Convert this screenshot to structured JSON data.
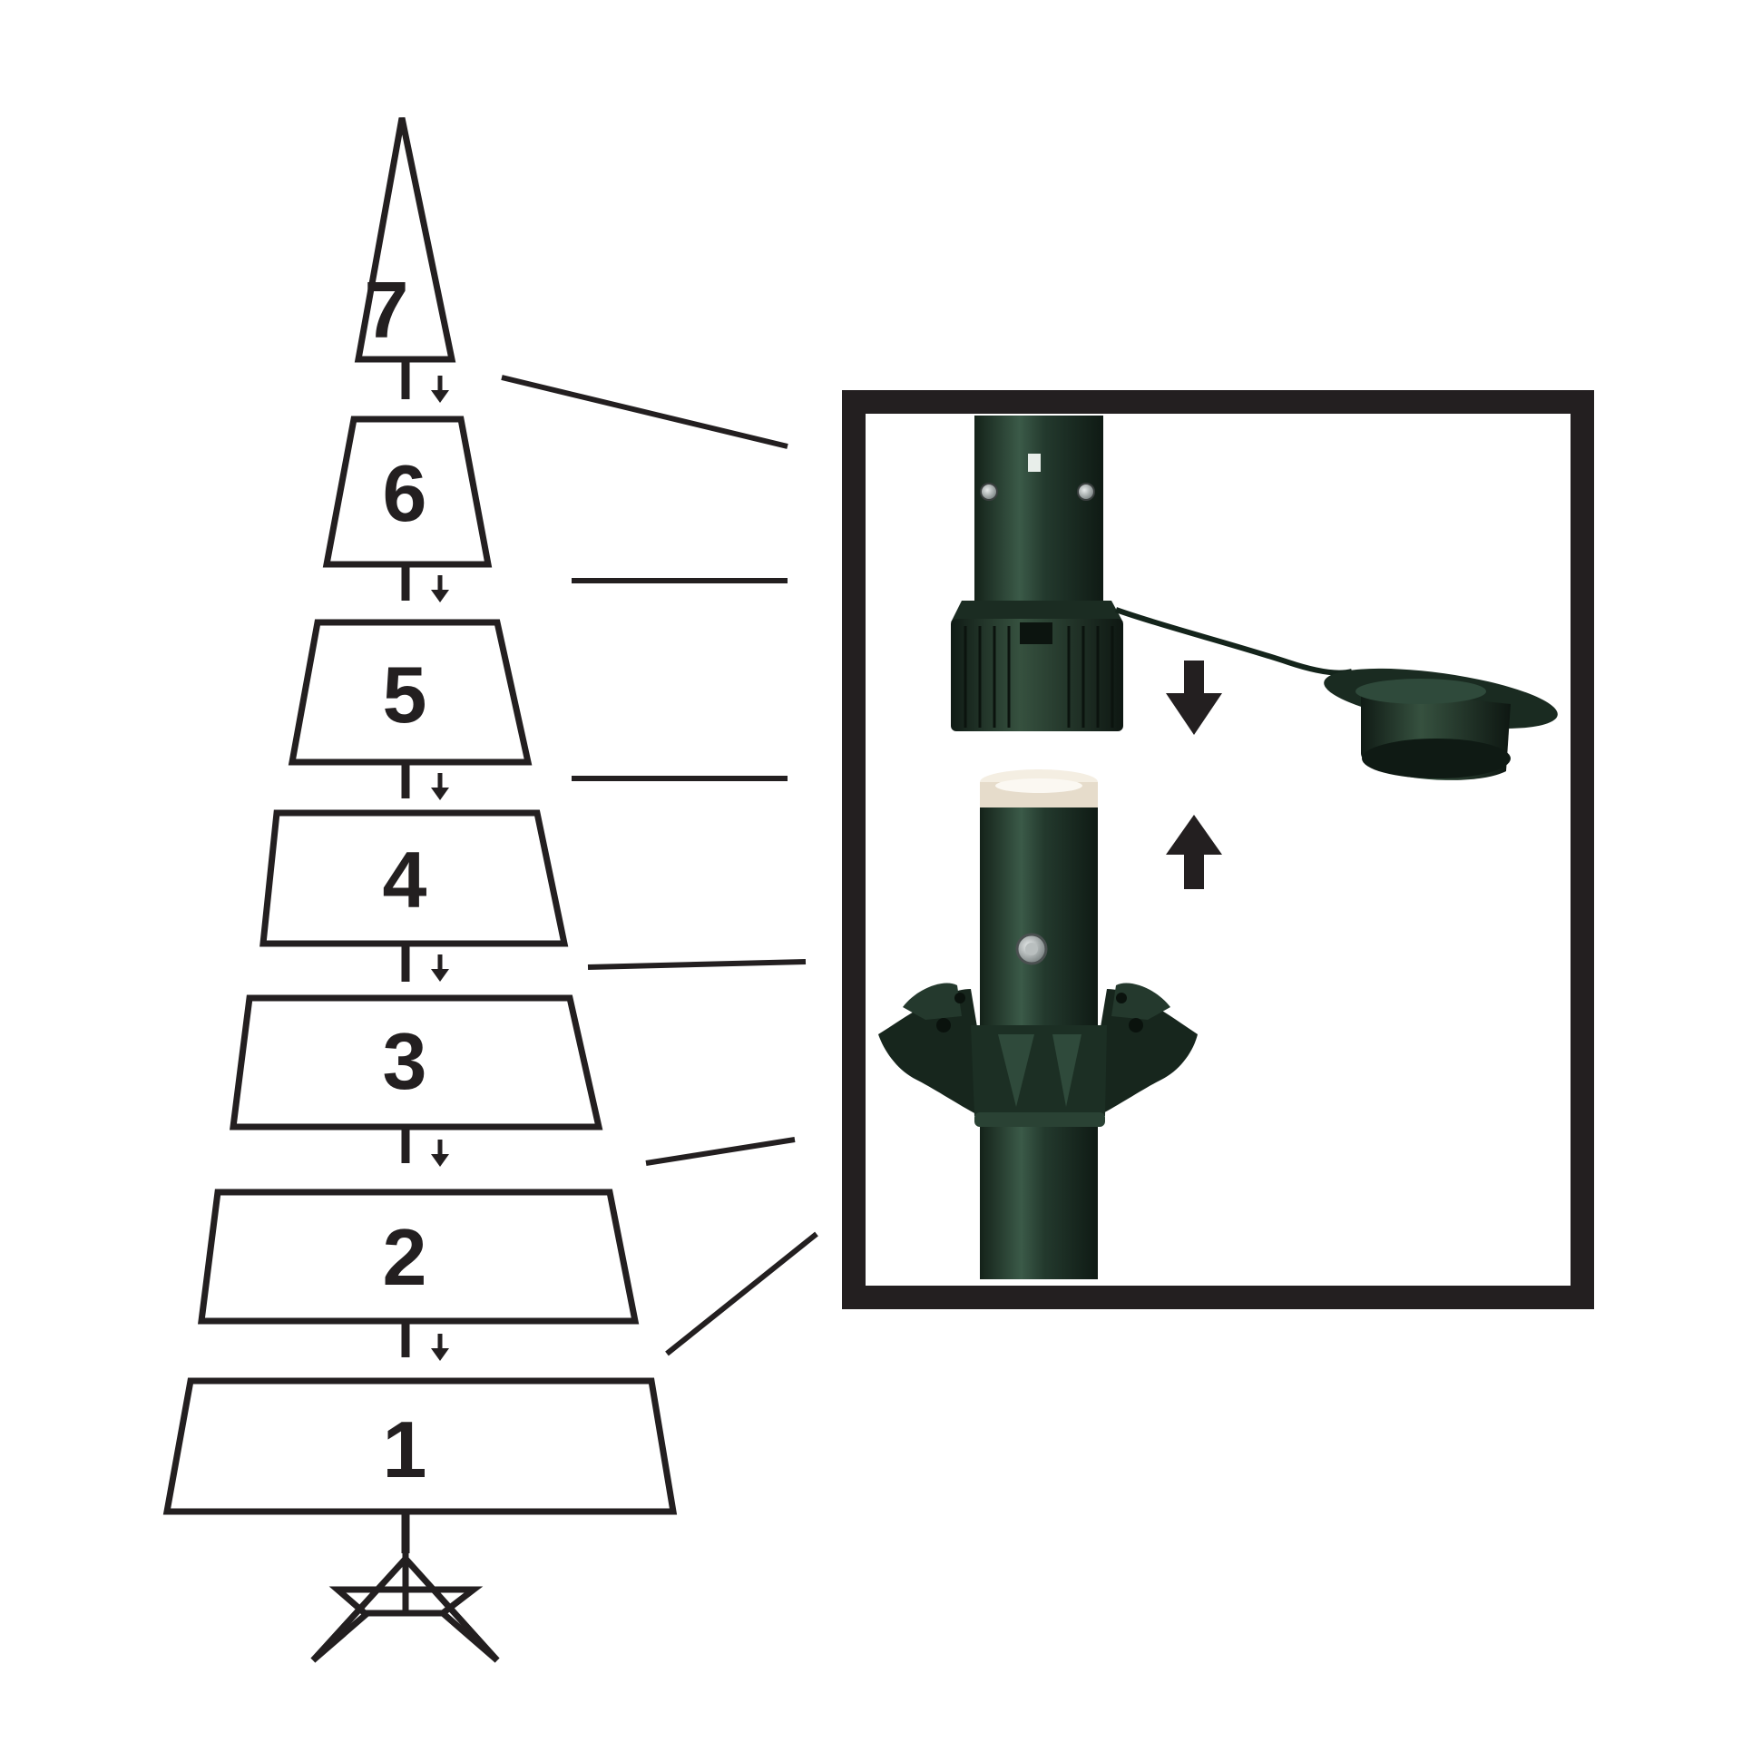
{
  "diagram": {
    "sections": [
      {
        "label": "7"
      },
      {
        "label": "6"
      },
      {
        "label": "5"
      },
      {
        "label": "4"
      },
      {
        "label": "3"
      },
      {
        "label": "2"
      },
      {
        "label": "1"
      }
    ]
  },
  "colors": {
    "ink": "#231f20",
    "pole": "#1e3328",
    "pole_highlight": "#3f5c4c",
    "sleeve": "#efe6d6",
    "screw": "#9aa0a0"
  },
  "icons": {
    "down_arrow": "arrow-down-icon",
    "up_arrow": "arrow-up-icon",
    "stand": "tree-stand-icon"
  }
}
